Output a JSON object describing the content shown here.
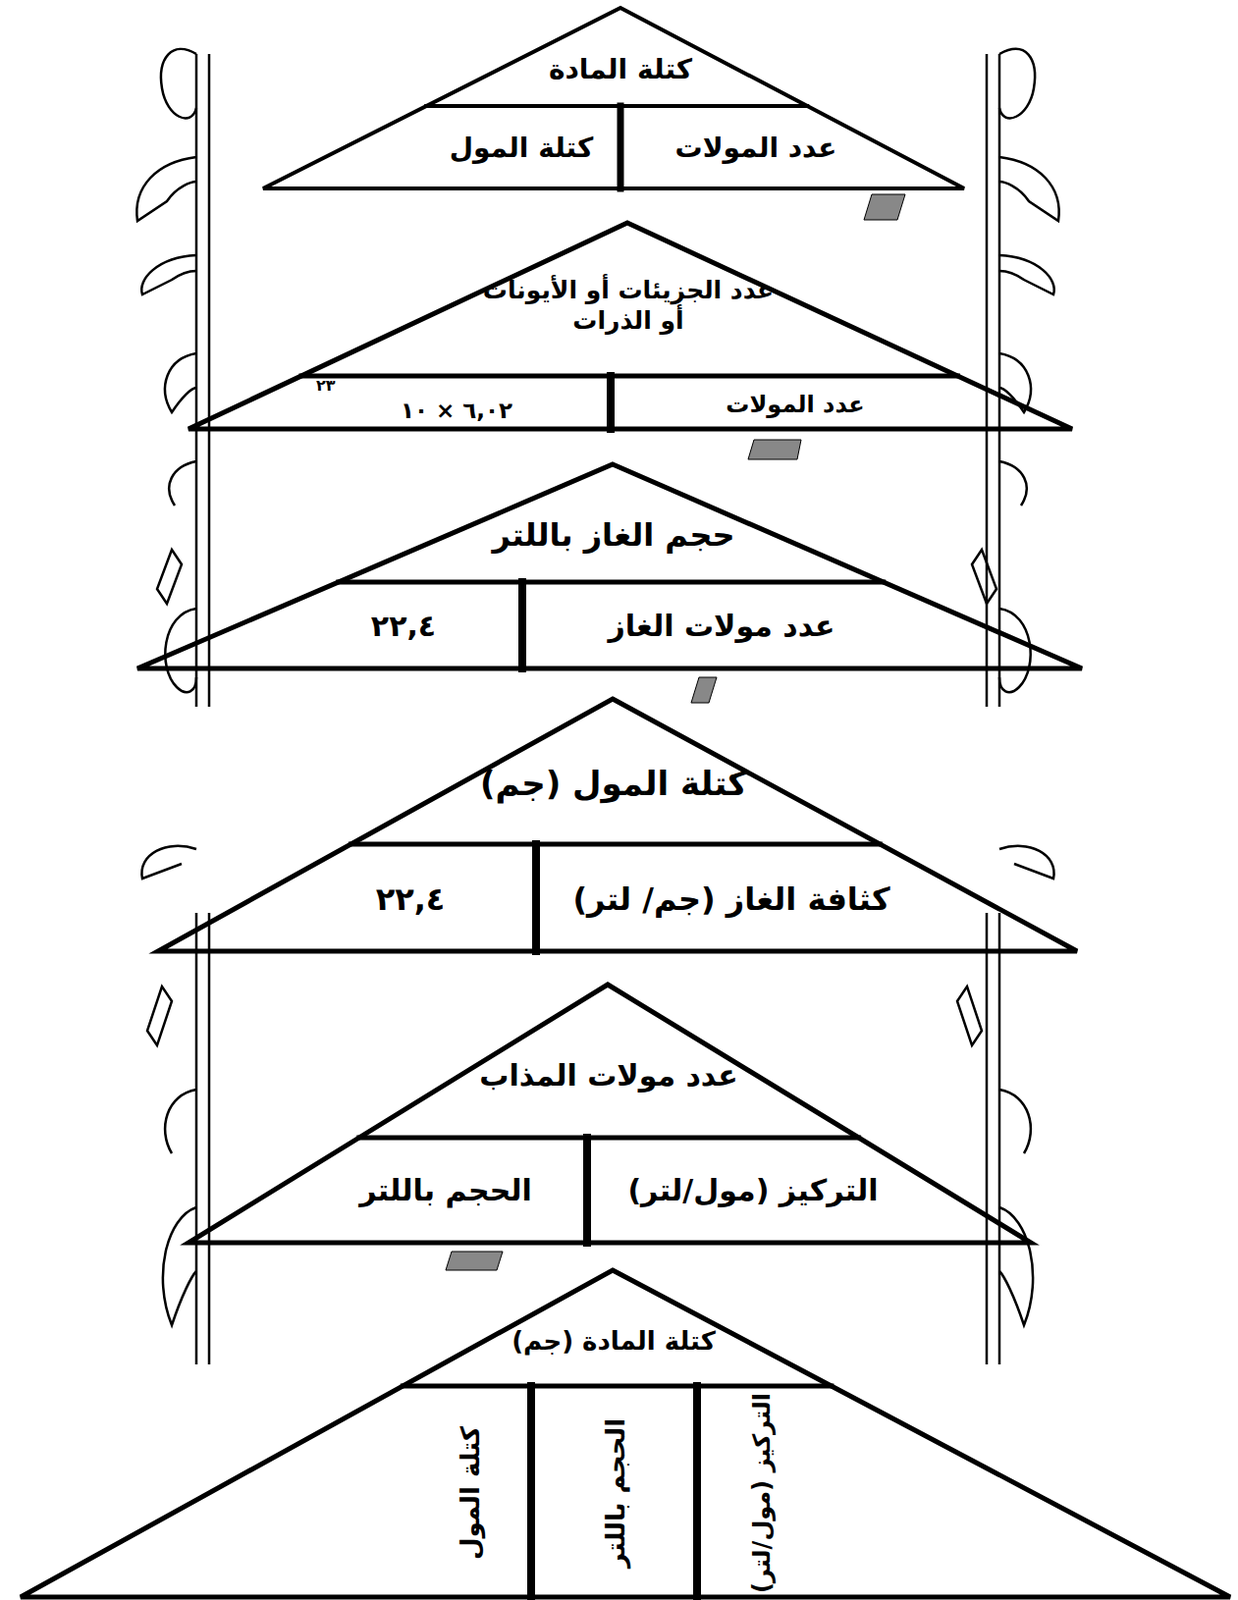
{
  "diagram": {
    "nodes": [
      {
        "text": [
          "كتلة المادة",
          "عدد المولات",
          "كتلة المول"
        ]
      },
      {
        "text": [
          "عدد الجزيئات أو الأيونات أو الذرات",
          "عدد المولات",
          "٦,٠٢ × ١٠",
          "٢٣"
        ]
      },
      {
        "text": [
          "حجم الغاز باللتر",
          "عدد مولات الغاز",
          "٢٢,٤"
        ]
      },
      {
        "text": [
          "كتلة المول (جم)",
          "كثافة الغاز (جم/ لتر)",
          "٢٢,٤"
        ]
      },
      {
        "text": [
          "عدد مولات المذاب",
          "التركيز (مول/لتر)",
          "الحجم باللتر"
        ]
      },
      {
        "text": [
          "كتلة المادة (جم)",
          "التركيز (مول/لتر)",
          "الحجم باللتر",
          "كتلة المول"
        ]
      }
    ]
  }
}
